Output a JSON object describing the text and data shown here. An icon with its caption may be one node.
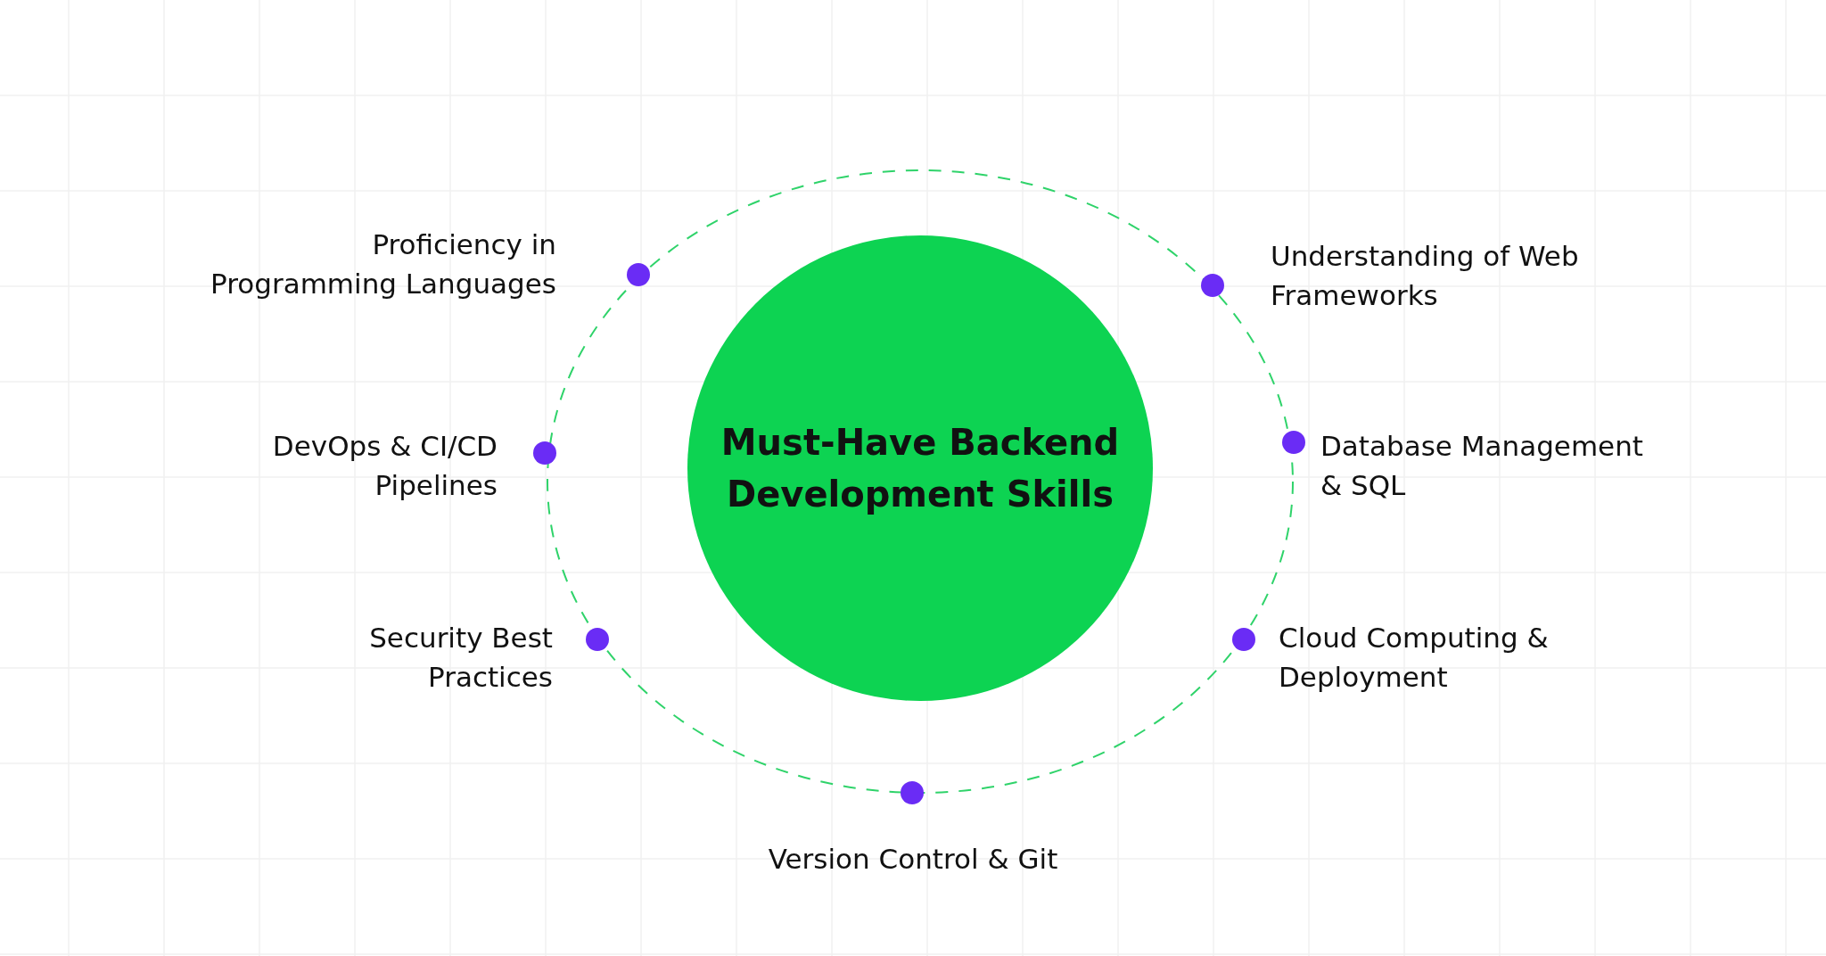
{
  "diagram": {
    "nodes": [
      {
        "text": [
          "Must-Have Backend Development Skills"
        ]
      },
      {
        "text": [],
        "shape": "circle",
        "beside": [
          "Proficiency in Programming Languages"
        ]
      },
      {
        "text": [],
        "shape": "circle",
        "beside": [
          "Understanding of Web Frameworks"
        ]
      },
      {
        "text": [],
        "shape": "circle",
        "beside": [
          "DevOps & CI/CD Pipelines"
        ]
      },
      {
        "text": [],
        "shape": "circle",
        "beside": [
          "Database Management & SQL"
        ]
      },
      {
        "text": [],
        "shape": "circle",
        "beside": [
          "Security Best Practices"
        ]
      },
      {
        "text": [],
        "shape": "circle",
        "beside": [
          "Cloud Computing & Deployment"
        ]
      },
      {
        "text": [],
        "shape": "circle",
        "beside": [
          "Version Control & Git"
        ]
      }
    ]
  }
}
